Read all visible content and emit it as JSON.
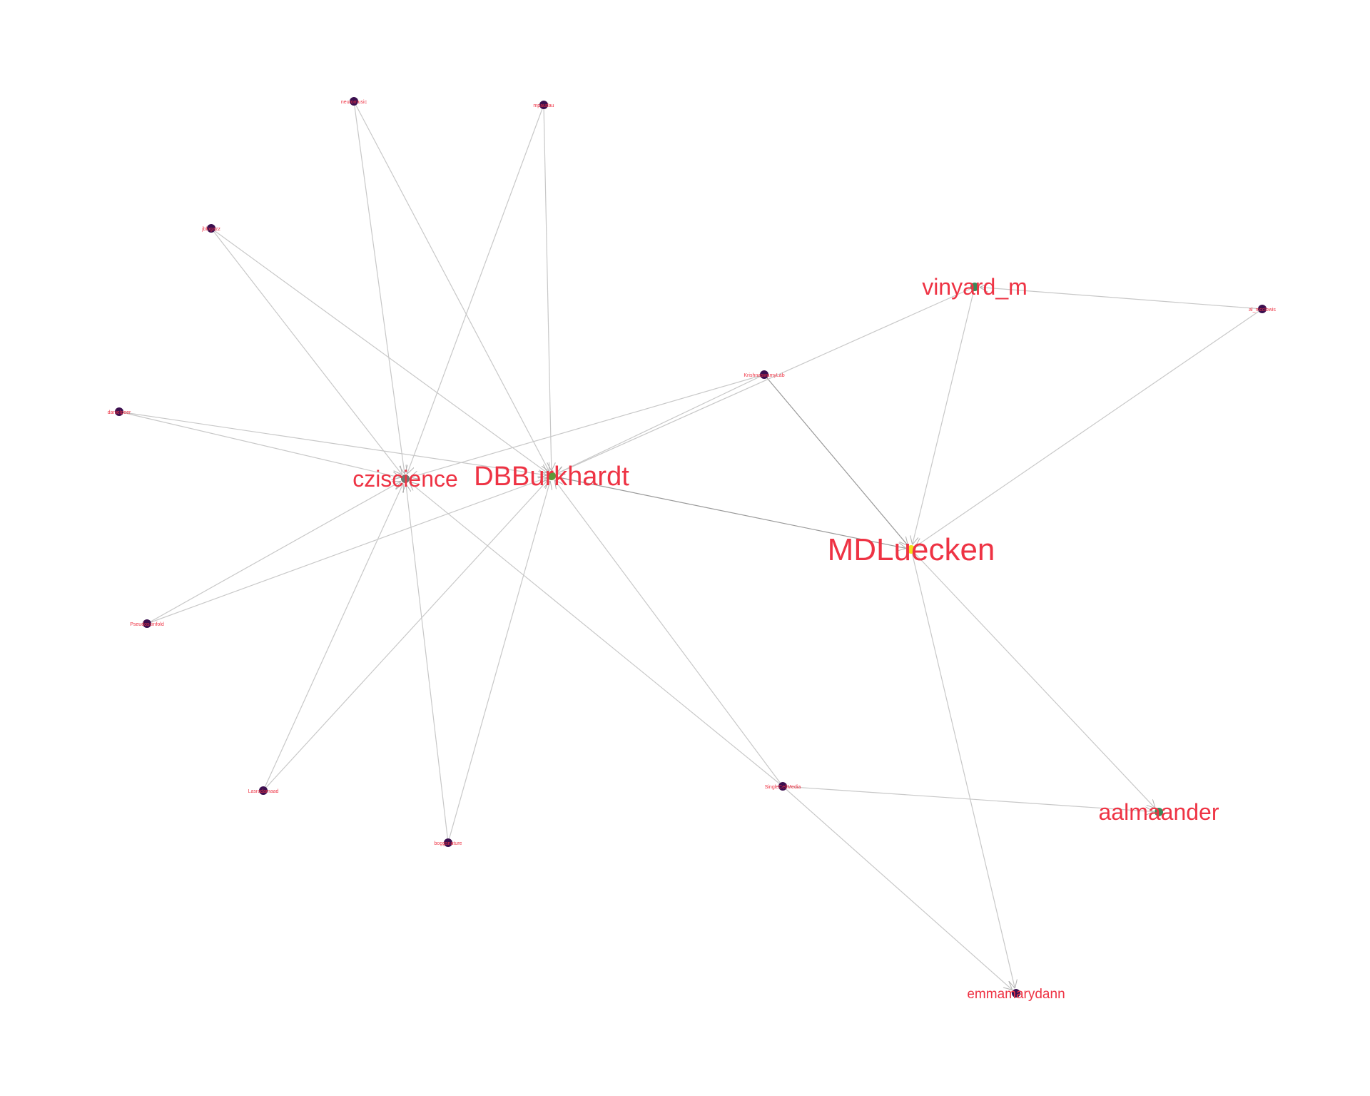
{
  "graph": {
    "colors": {
      "label": "#ee3344",
      "edge": "#c8c8c8",
      "node_default": "#3b0f4f",
      "node_green": "#3a8a5a",
      "node_gray": "#6f7a70",
      "node_yellow": "#f2e21c"
    },
    "nodes": [
      {
        "id": "neuromusic",
        "label": "neuromusic",
        "color": "#3b0f4f",
        "label_size": "tiny"
      },
      {
        "id": "mpaudau",
        "label": "mpaudau",
        "color": "#3b0f4f",
        "label_size": "tiny"
      },
      {
        "id": "jblogazz",
        "label": "jblogazz",
        "color": "#3b0f4f",
        "label_size": "tiny"
      },
      {
        "id": "danielpeer",
        "label": "danielpeer",
        "color": "#3b0f4f",
        "label_size": "tiny"
      },
      {
        "id": "Pseudoscinfold",
        "label": "Pseudoscinfold",
        "color": "#3b0f4f",
        "label_size": "tiny"
      },
      {
        "id": "Lasradamaad",
        "label": "Lasradamaad",
        "color": "#3b0f4f",
        "label_size": "tiny"
      },
      {
        "id": "boggsnature",
        "label": "boggsnature",
        "color": "#3b0f4f",
        "label_size": "tiny"
      },
      {
        "id": "KrishnaswamyLab",
        "label": "KrishnaswamyLab",
        "color": "#3b0f4f",
        "label_size": "tiny"
      },
      {
        "id": "SingleCellMedia",
        "label": "SingleCellMedia",
        "color": "#3b0f4f",
        "label_size": "tiny"
      },
      {
        "id": "al_mcclowis",
        "label": "al_mcclowis",
        "color": "#3b0f4f",
        "label_size": "tiny"
      },
      {
        "id": "emmamarydann",
        "label": "emmamarydann",
        "color": "#3b0f4f",
        "label_size": "medium"
      },
      {
        "id": "aalmaander",
        "label": "aalmaander",
        "color": "#3a8a5a",
        "label_size": "large"
      },
      {
        "id": "vinyard_m",
        "label": "vinyard_m",
        "color": "#3a8a5a",
        "label_size": "large"
      },
      {
        "id": "czi_science",
        "label": "cziscience",
        "color": "#6f7a70",
        "label_size": "large"
      },
      {
        "id": "DBBurkhardt",
        "label": "DBBurkhardt",
        "color": "#5c9a3a",
        "label_size": "xlarge"
      },
      {
        "id": "MDLuecken",
        "label": "MDLuecken",
        "color": "#f2e21c",
        "label_size": "xxlarge"
      }
    ],
    "edges": [
      {
        "source": "neuromusic",
        "target": "czi_science"
      },
      {
        "source": "neuromusic",
        "target": "DBBurkhardt"
      },
      {
        "source": "mpaudau",
        "target": "czi_science"
      },
      {
        "source": "mpaudau",
        "target": "DBBurkhardt"
      },
      {
        "source": "jblogazz",
        "target": "czi_science"
      },
      {
        "source": "jblogazz",
        "target": "DBBurkhardt"
      },
      {
        "source": "danielpeer",
        "target": "czi_science"
      },
      {
        "source": "danielpeer",
        "target": "DBBurkhardt"
      },
      {
        "source": "Pseudoscinfold",
        "target": "czi_science"
      },
      {
        "source": "Pseudoscinfold",
        "target": "DBBurkhardt"
      },
      {
        "source": "Lasradamaad",
        "target": "czi_science"
      },
      {
        "source": "Lasradamaad",
        "target": "DBBurkhardt"
      },
      {
        "source": "boggsnature",
        "target": "czi_science"
      },
      {
        "source": "boggsnature",
        "target": "DBBurkhardt"
      },
      {
        "source": "KrishnaswamyLab",
        "target": "czi_science"
      },
      {
        "source": "KrishnaswamyLab",
        "target": "DBBurkhardt"
      },
      {
        "source": "KrishnaswamyLab",
        "target": "MDLuecken",
        "dark": true
      },
      {
        "source": "vinyard_m",
        "target": "DBBurkhardt"
      },
      {
        "source": "vinyard_m",
        "target": "MDLuecken"
      },
      {
        "source": "al_mcclowis",
        "target": "vinyard_m"
      },
      {
        "source": "al_mcclowis",
        "target": "MDLuecken"
      },
      {
        "source": "DBBurkhardt",
        "target": "MDLuecken",
        "dark": true
      },
      {
        "source": "SingleCellMedia",
        "target": "czi_science"
      },
      {
        "source": "SingleCellMedia",
        "target": "DBBurkhardt"
      },
      {
        "source": "SingleCellMedia",
        "target": "aalmaander"
      },
      {
        "source": "SingleCellMedia",
        "target": "emmamarydann"
      },
      {
        "source": "MDLuecken",
        "target": "aalmaander"
      },
      {
        "source": "MDLuecken",
        "target": "emmamarydann"
      }
    ]
  }
}
